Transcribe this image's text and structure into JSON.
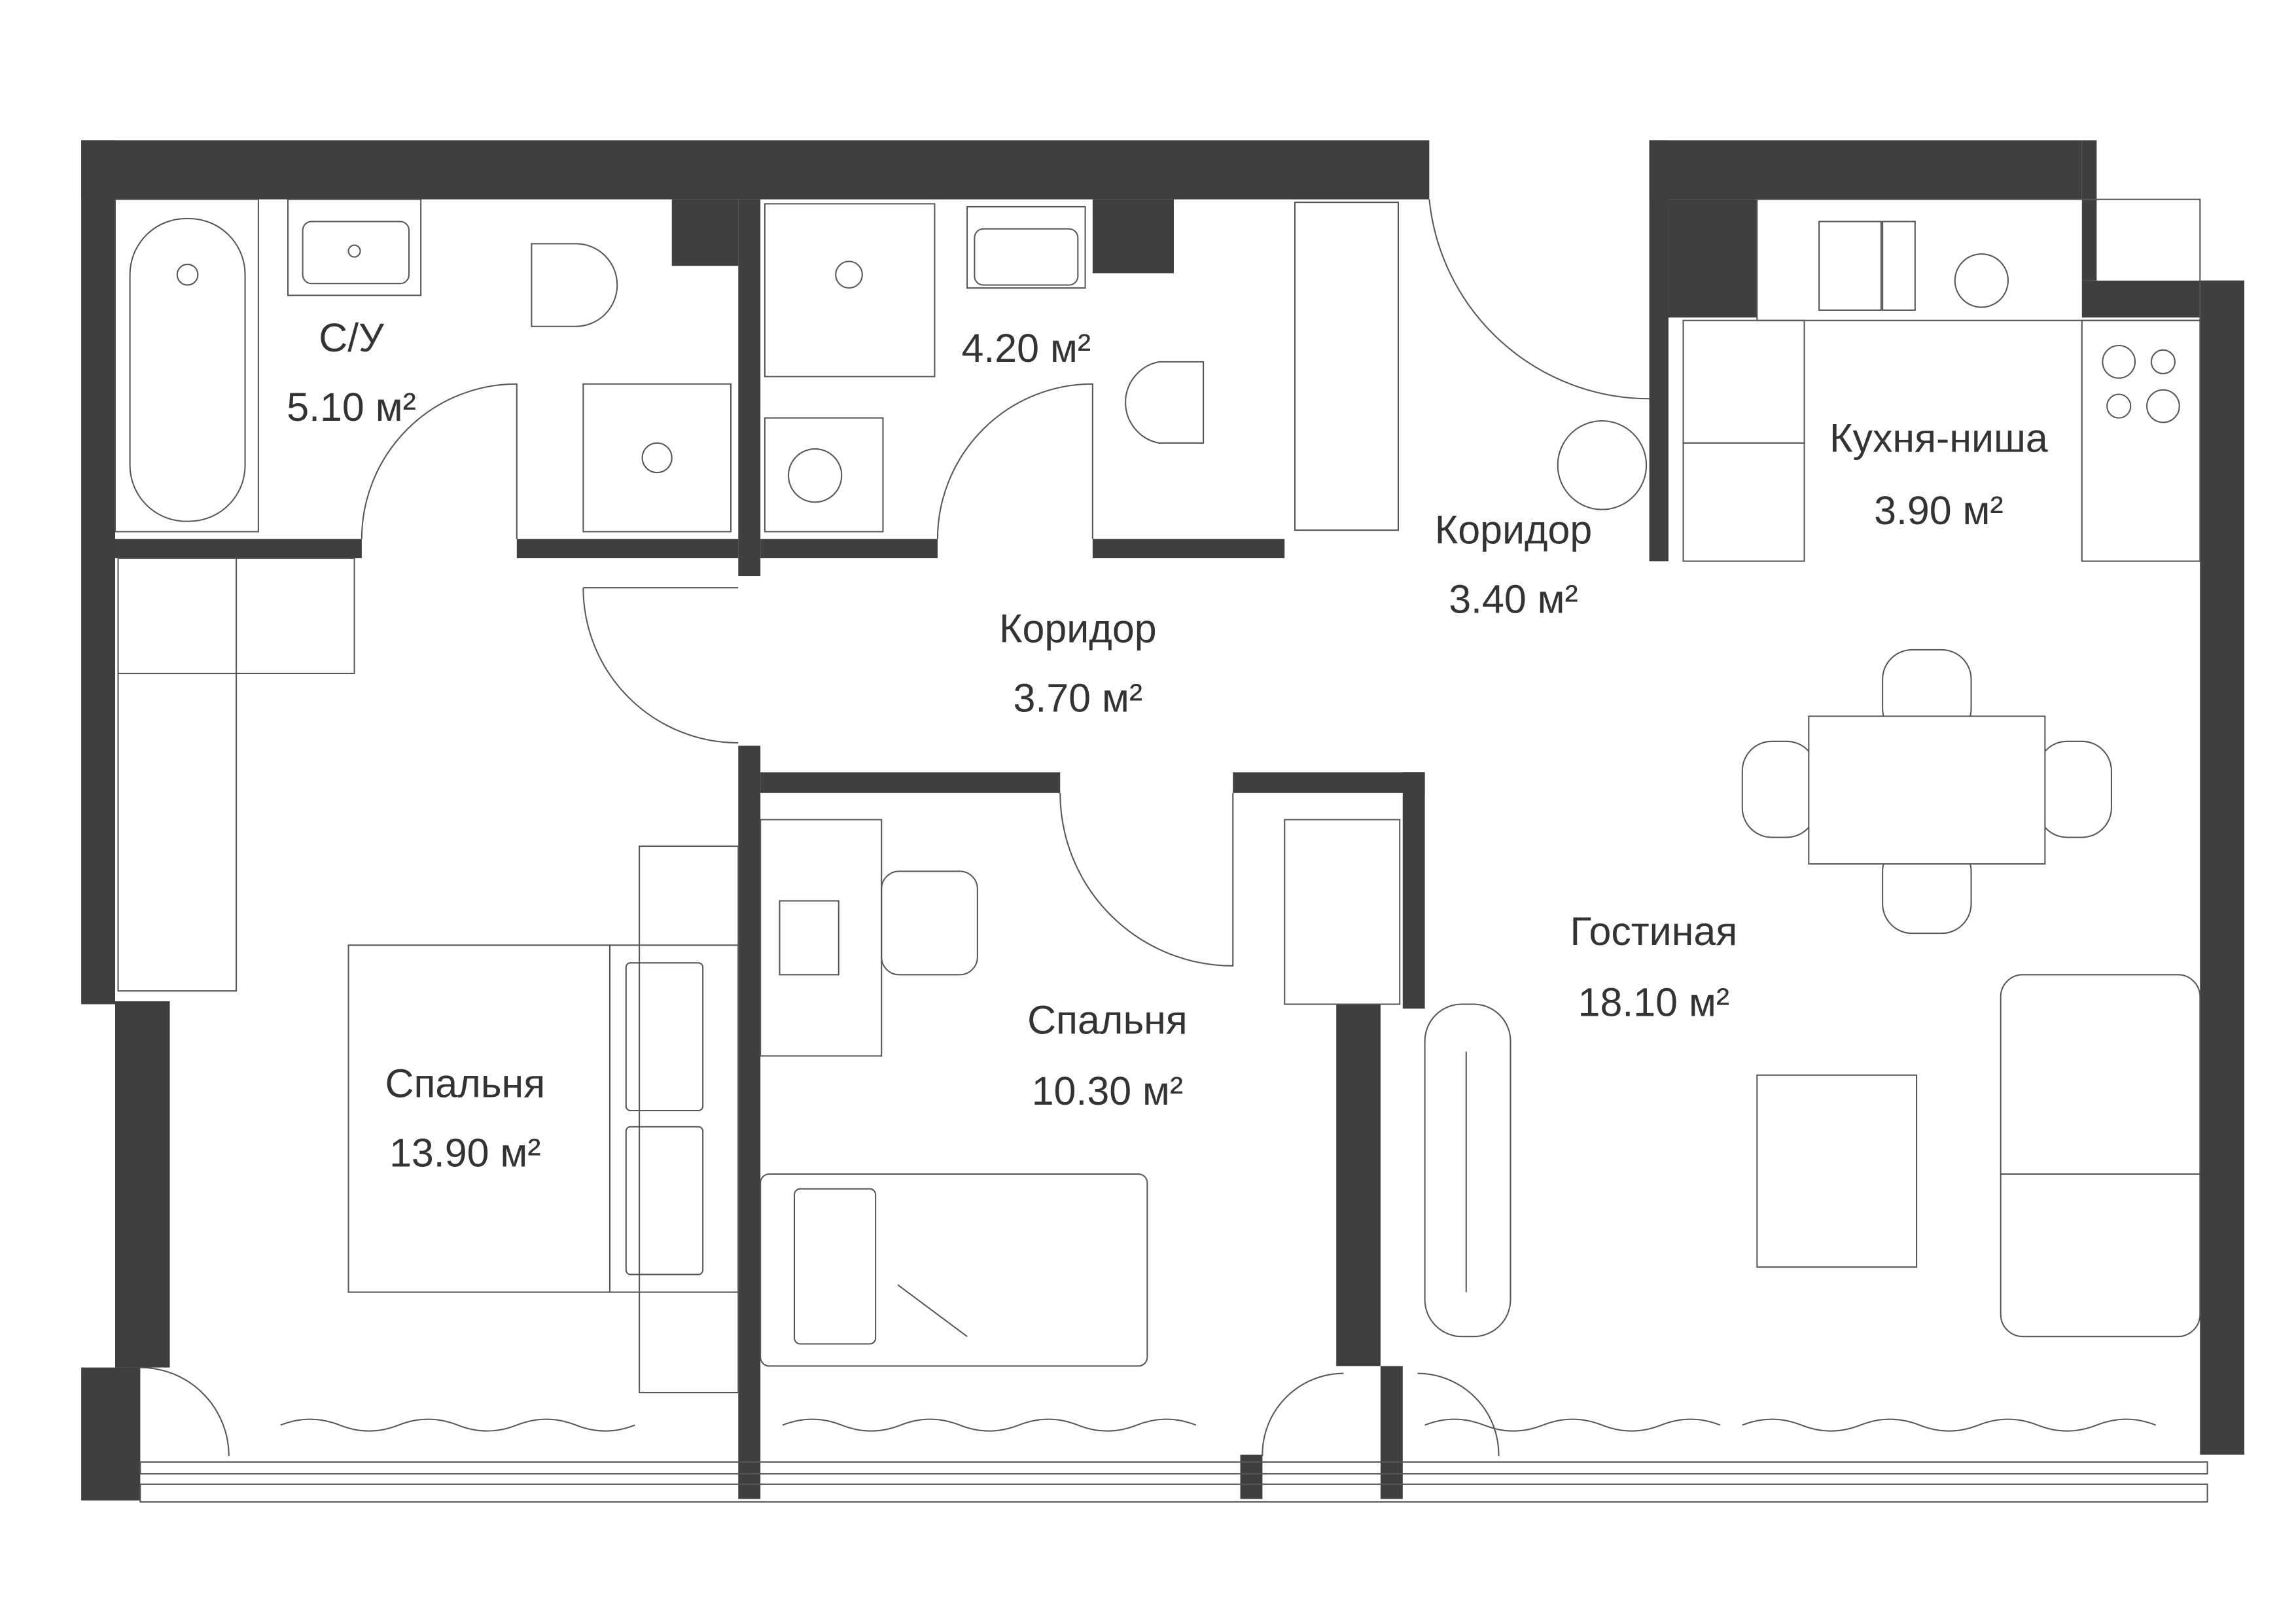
{
  "rooms": [
    {
      "name": "С/У",
      "area": "5.10 м²"
    },
    {
      "name": "",
      "area": "4.20 м²"
    },
    {
      "name": "Коридор",
      "area": "3.40 м²"
    },
    {
      "name": "Кухня-ниша",
      "area": "3.90 м²"
    },
    {
      "name": "Коридор",
      "area": "3.70 м²"
    },
    {
      "name": "Гостиная",
      "area": "18.10 м²"
    },
    {
      "name": "Спальня",
      "area": "10.30 м²"
    },
    {
      "name": "Спальня",
      "area": "13.90 м²"
    }
  ],
  "colors": {
    "wall": "#3f3f3f",
    "line": "#555555",
    "background": "#ffffff"
  }
}
